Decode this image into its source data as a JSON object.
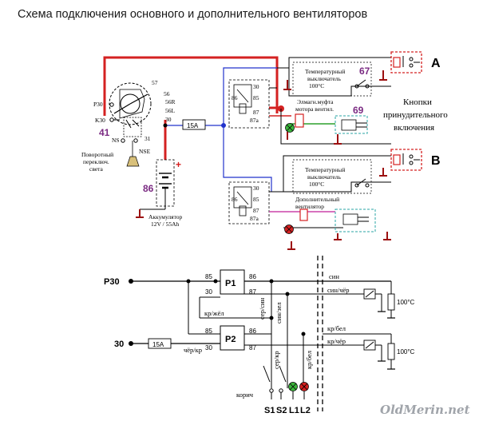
{
  "title": "Схема подключения основного и дополнительного вентиляторов",
  "top": {
    "switch_pins": [
      "57",
      "56",
      "56R",
      "56L",
      "30",
      "31",
      "NSE",
      "NS",
      "P30",
      "K30"
    ],
    "switch_num": "41",
    "switch_label": [
      "Поворотный",
      "переключ.",
      "света"
    ],
    "battery_num": "86",
    "battery_label": [
      "Аккумулятор",
      "12V / 55Ah"
    ],
    "battery_plus": "+",
    "fuse": "15A",
    "relay_pins": [
      "30",
      "85",
      "86",
      "87",
      "87a"
    ],
    "therm_a_label": [
      "Температурный",
      "выключатель",
      "100°C"
    ],
    "therm_a_num": "67",
    "clutch_label": [
      "Элмагн.муфта",
      "мотора вентил."
    ],
    "clutch_num": "69",
    "therm_b_label": [
      "Температурный",
      "выключатель",
      "100°C"
    ],
    "extra_fan_label": [
      "Дополнительный",
      "вентилятор"
    ],
    "letter_a": "A",
    "letter_b": "B",
    "side_note": [
      "Кнопки",
      "принудительного",
      "включения"
    ]
  },
  "bottom": {
    "p30": "P30",
    "n30": "30",
    "fuse": "15A",
    "relay1": "P1",
    "relay2": "P2",
    "pin85": "85",
    "pin86": "86",
    "pin30": "30",
    "pin87": "87",
    "w_kr_zhel": "кр/жёл",
    "w_cher_kr": "чёр/кр",
    "w_ser_sin": "сер/син",
    "w_sin_zel": "син/зел",
    "w_ser_kr": "сер/кр",
    "w_kr_bel_v": "кр/бел",
    "w_sin": "син",
    "w_sin_cher": "син/чёр",
    "w_kr_bel": "кр/бел",
    "w_kr_cher": "кр/чёр",
    "therm1": "100°C",
    "therm2": "100°C",
    "korich": "корич",
    "labels": [
      "S1",
      "S2",
      "L1",
      "L2"
    ]
  },
  "watermark": "OldMerin.net"
}
